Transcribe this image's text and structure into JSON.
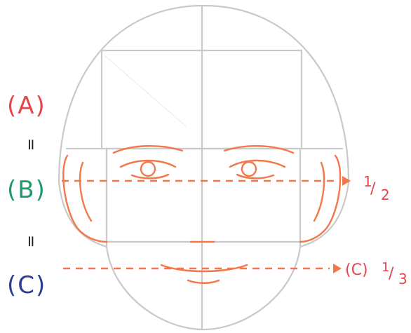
{
  "labels": {
    "a": "(A)",
    "equals_1": "=",
    "b": "(B)",
    "equals_2": "=",
    "c": "(C)",
    "half_num": "1",
    "half_slash": "/",
    "half_den": "2",
    "third": "(C)",
    "third_num": "1",
    "third_slash": "/",
    "third_den": "3"
  },
  "colors": {
    "guide": "#c9c9c9",
    "feature": "#f2784b",
    "a": "#e8444a",
    "b": "#1f9a6a",
    "c": "#2b3c8f",
    "annotation": "#e8444a"
  }
}
